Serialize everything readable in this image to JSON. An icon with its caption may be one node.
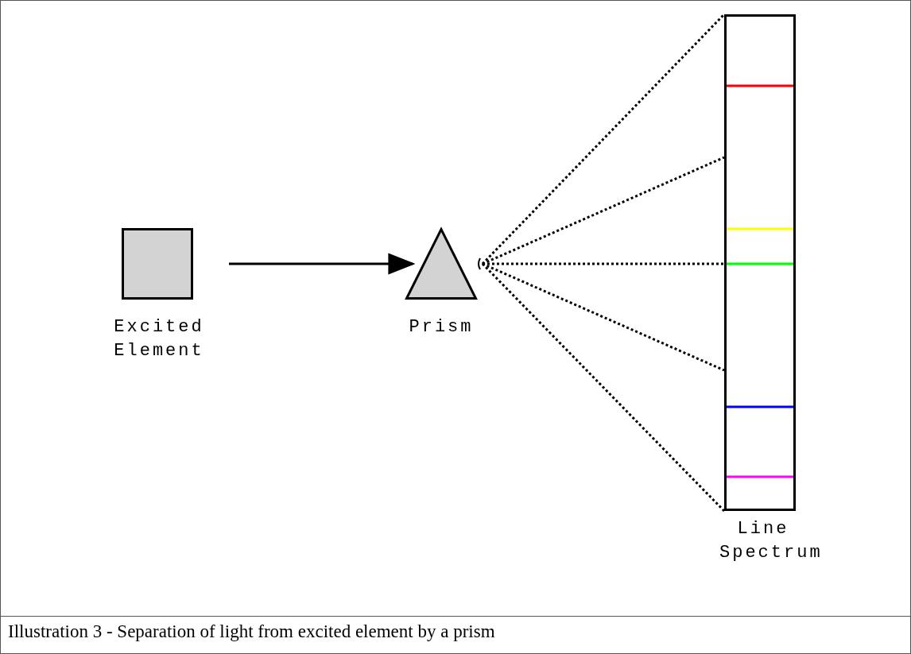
{
  "diagram": {
    "caption": "Illustration 3 - Separation of light from excited element by a prism",
    "nodes": [
      {
        "text": [
          "Excited Element"
        ]
      },
      {
        "text": [
          "Prism"
        ]
      },
      {
        "text": [
          "Line Spectrum"
        ]
      }
    ],
    "edges": [
      {
        "from": 0,
        "to": 1,
        "arrow": "to"
      },
      {
        "from": 1,
        "to": 2,
        "arrow": "none",
        "style": "dashed"
      },
      {
        "from": 1,
        "to": 2,
        "arrow": "none",
        "style": "dashed"
      },
      {
        "from": 1,
        "to": 2,
        "arrow": "none",
        "style": "dashed"
      },
      {
        "from": 1,
        "to": 2,
        "arrow": "none",
        "style": "dashed"
      },
      {
        "from": 1,
        "to": 2,
        "arrow": "none",
        "style": "dashed"
      }
    ]
  }
}
